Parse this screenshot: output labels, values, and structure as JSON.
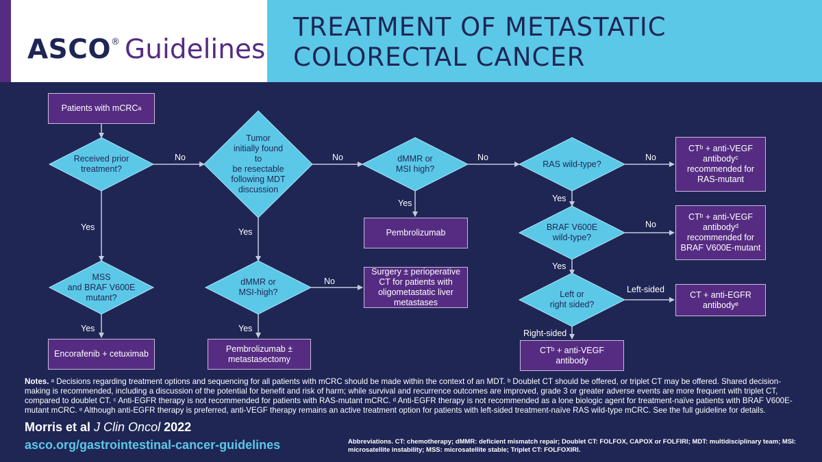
{
  "header": {
    "brand_bold": "ASCO",
    "brand_reg": "®",
    "brand_rest": "Guidelines",
    "title_line1": "TREATMENT OF METASTATIC",
    "title_line2": "COLORECTAL CANCER"
  },
  "colors": {
    "background": "#1f2654",
    "header_accent": "#5bc8e8",
    "purple": "#552c82",
    "diamond": "#5bc8e8",
    "connector": "#c4cbdc"
  },
  "flowchart": {
    "nodes": {
      "patients": "Patients with mCRC",
      "patients_sup": "a",
      "q_prior": "Received prior\ntreatment?",
      "q_mss": "MSS\nand BRAF V600E\nmutant?",
      "encorafenib": "Encorafenib + cetuximab",
      "q_resectable": "Tumor\ninitially found to\nbe resectable\nfollowing MDT\ndiscussion",
      "q_dmmr_resect": "dMMR or\nMSI-high?",
      "pembro_meta": "Pembrolizumab ±\nmetastasectomy",
      "surgery": "Surgery ± perioperative\nCT for patients with\noligometastatic liver\nmetastases",
      "q_dmmr": "dMMR or\nMSI high?",
      "pembro": "Pembrolizumab",
      "q_ras": "RAS wild-type?",
      "ras_mutant": "CTᵇ + anti-VEGF\nantibodyᶜ\nrecommended for\nRAS-mutant",
      "q_braf": "BRAF V600E\nwild-type?",
      "braf_mutant": "CTᵇ + anti-VEGF\nantibodyᵈ\nrecommended for\nBRAF V600E-mutant",
      "q_side": "Left or\nright sided?",
      "left_sided": "CT + anti-EGFR\nantibodyᵉ",
      "right_sided": "CTᵇ + anti-VEGF\nantibody"
    },
    "edge_labels": {
      "no1": "No",
      "yes1": "Yes",
      "yes2": "Yes",
      "no2": "No",
      "yes3": "Yes",
      "no3": "No",
      "yes4": "Yes",
      "yes5": "Yes",
      "no4": "No",
      "no5": "No",
      "no6": "No",
      "yes6": "Yes",
      "yes7": "Yes",
      "left": "Left-sided",
      "right": "Right-sided"
    }
  },
  "notes": {
    "heading": "Notes.",
    "text": "ᵃ Decisions regarding treatment options and sequencing for all patients with mCRC should be made within the context of an MDT. ᵇ Doublet CT should be offered, or triplet CT may be offered. Shared decision-making is recommended, including a discussion of the potential for benefit and risk of harm; while survival and recurrence outcomes are improved, grade 3 or greater adverse events are more frequent with triplet CT, compared to doublet CT. ᶜ Anti-EGFR therapy is not recommended for patients with RAS-mutant mCRC. ᵈ Anti-EGFR therapy is not recommended as a lone biologic agent for treatment-naïve patients with BRAF V600E-mutant mCRC. ᵉ Although anti-EGFR therapy is preferred, anti-VEGF therapy remains an active treatment option for patients with left-sided treatment-naïve RAS wild-type mCRC. See the full guideline for details."
  },
  "citation": {
    "authors": "Morris et al",
    "journal": "J Clin Oncol",
    "year": "2022"
  },
  "link": {
    "url": "asco.org/gastrointestinal-cancer-guidelines"
  },
  "abbreviations": "Abbreviations. CT: chemotherapy; dMMR: deficient mismatch repair; Doublet CT: FOLFOX, CAPOX or FOLFIRI; MDT: multidisciplinary team; MSI: microsatellite instability; MSS: microsatellite stable; Triplet CT: FOLFOXIRI."
}
